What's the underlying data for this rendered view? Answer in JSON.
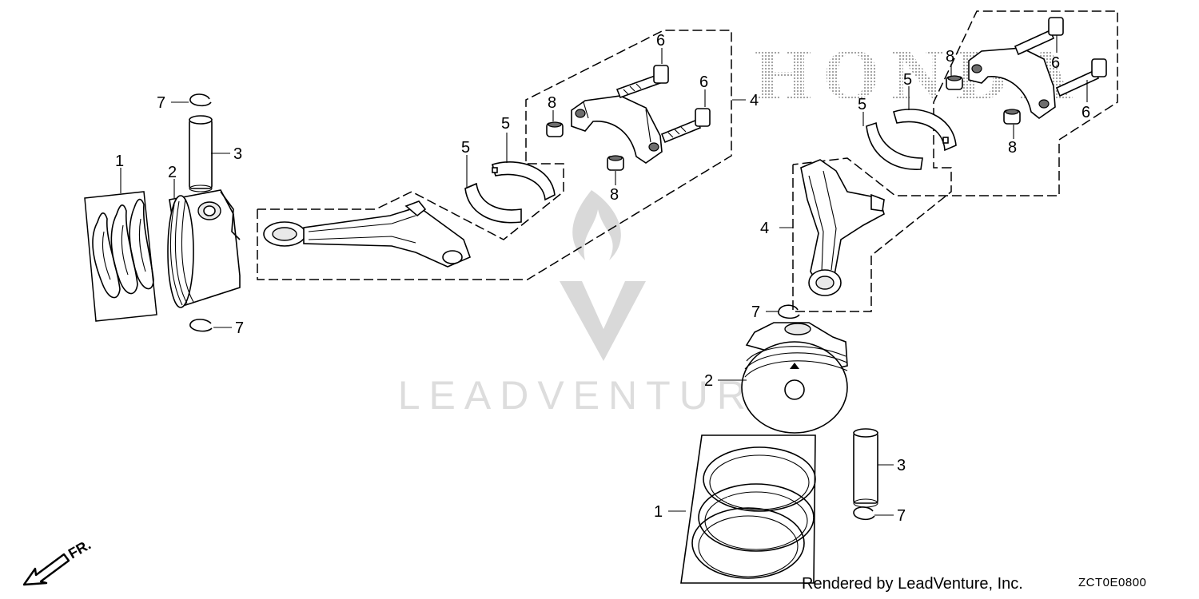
{
  "watermarks": {
    "brand": "HONDA",
    "vendor": "LEADVENTURE"
  },
  "direction_marker": "FR.",
  "footer": {
    "credit": "Rendered by LeadVenture, Inc.",
    "code": "ZCT0E0800"
  },
  "callouts": {
    "piston_ring_set": "1",
    "piston": "2",
    "piston_pin": "3",
    "connecting_rod": "4",
    "rod_bearing": "5",
    "rod_bolt": "6",
    "piston_pin_clip": "7",
    "dowel_pin": "8"
  },
  "colors": {
    "line": "#000000",
    "watermark": "#d9d9d9",
    "background": "#ffffff"
  },
  "icons": [
    "front-arrow-icon"
  ]
}
